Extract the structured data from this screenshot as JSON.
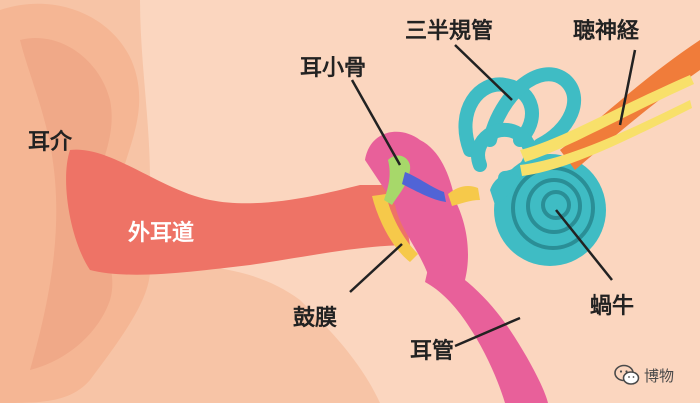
{
  "labels": {
    "pinna": "耳介",
    "ear_canal": "外耳道",
    "ossicles": "耳小骨",
    "semicircular_canals": "三半規管",
    "auditory_nerve": "聴神経",
    "cochlea": "蝸牛",
    "eardrum": "鼓膜",
    "eustachian_tube": "耳管"
  },
  "watermark": {
    "text": "博物",
    "icon": "wechat-icon"
  },
  "colors": {
    "background": "#f7c4a6",
    "skin_dark": "#f0a988",
    "canal": "#ee7366",
    "tube": "#e8609a",
    "cochlea": "#3fbcc4",
    "nerve_orange": "#f07c3a",
    "nerve_yellow": "#f8e06a",
    "eardrum": "#f6c94a",
    "ossicle_green": "#a7d86a",
    "ossicle_blue": "#5064d6"
  }
}
